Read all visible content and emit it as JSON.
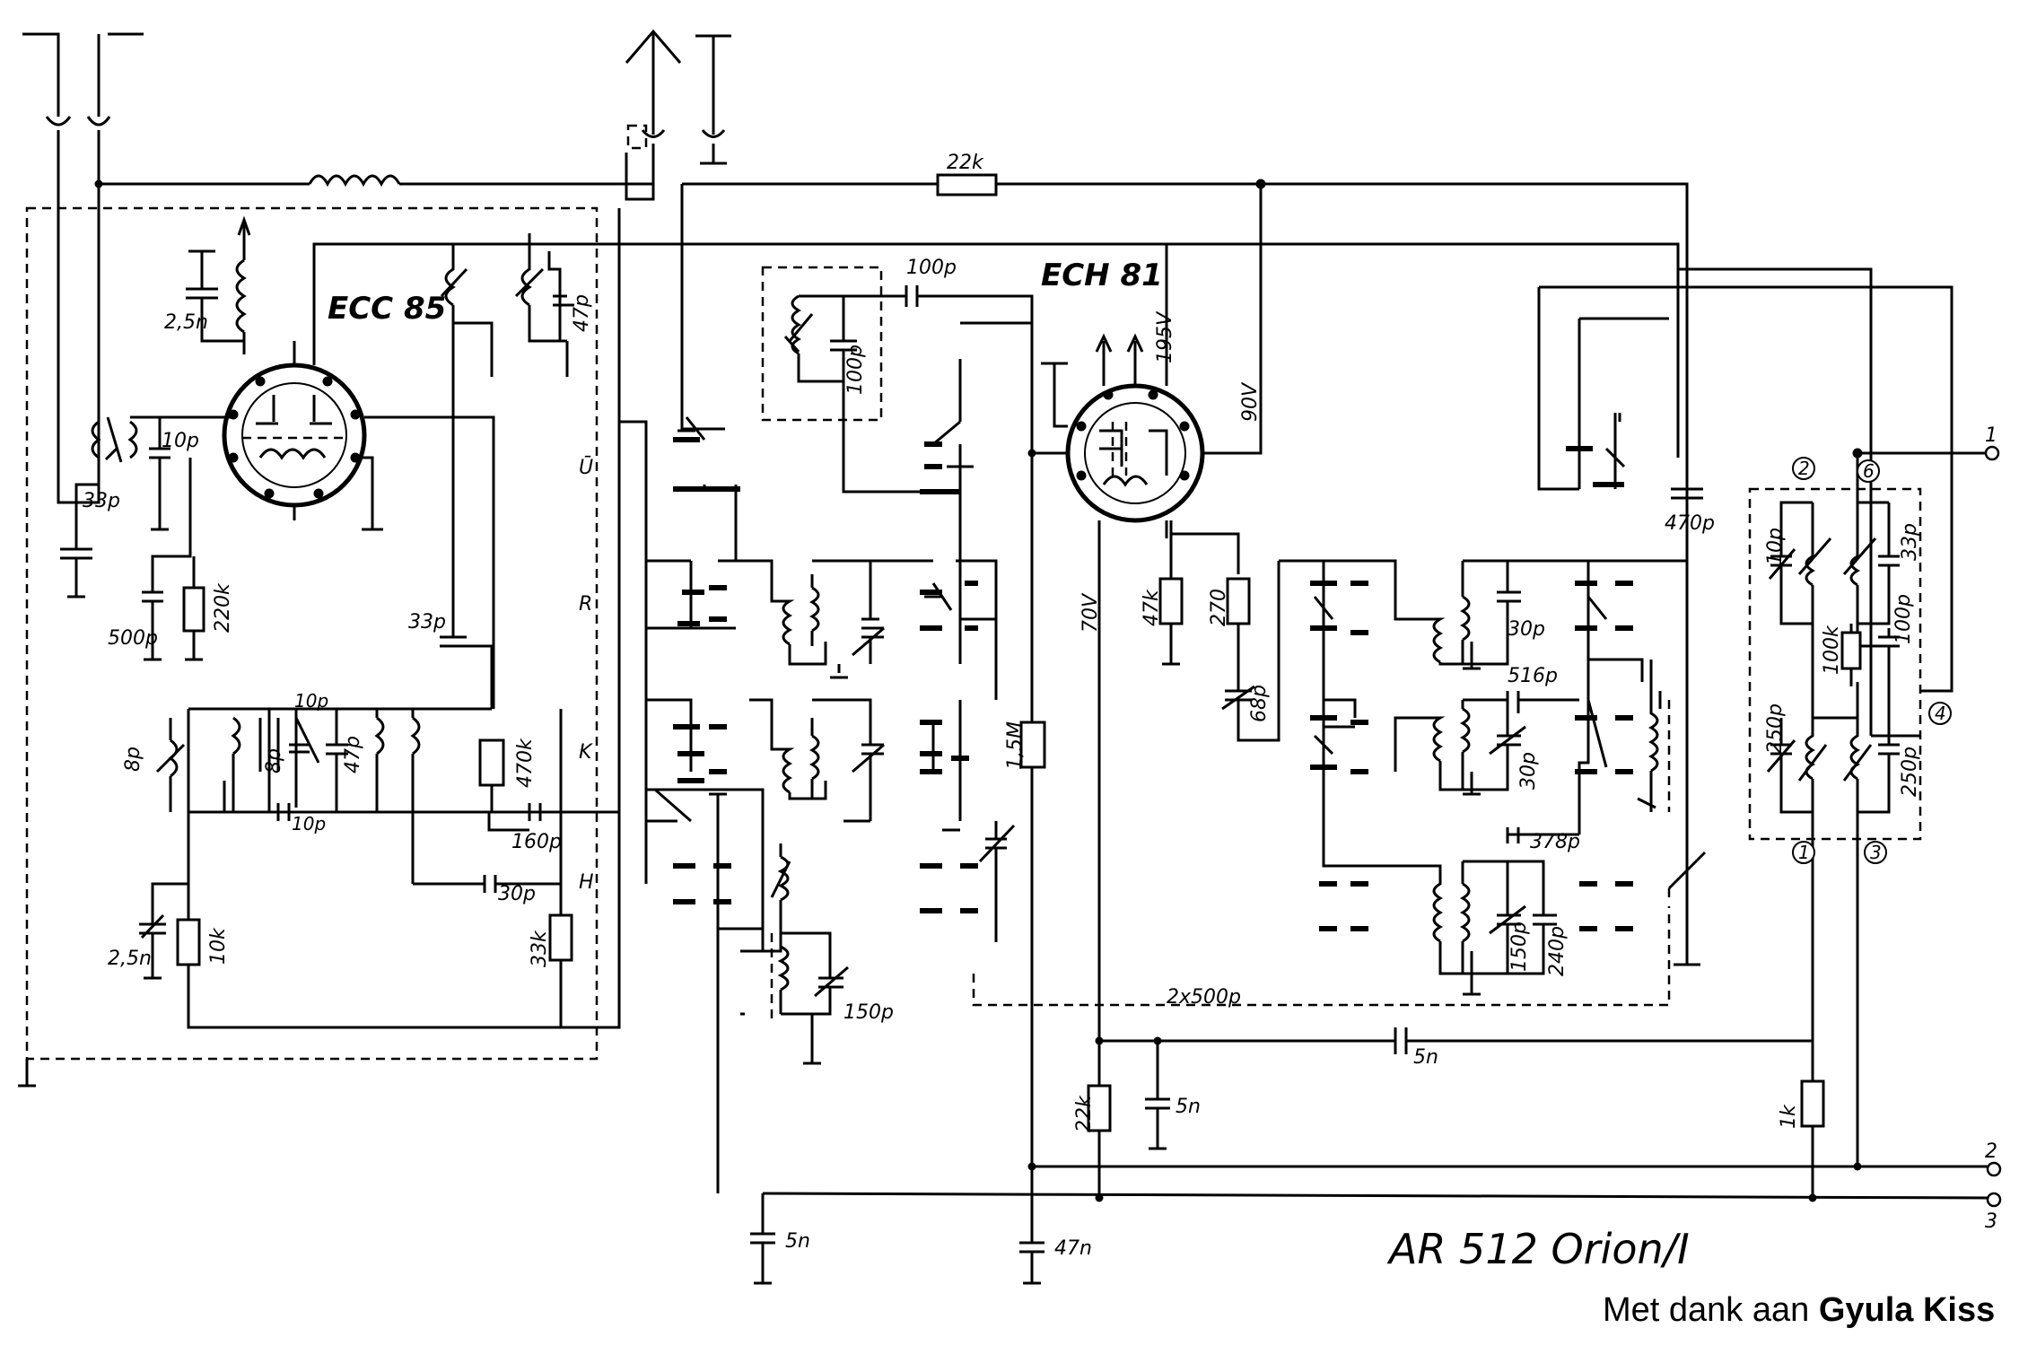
{
  "diagram": {
    "tubes": {
      "ecc85": "ECC 85",
      "ech81": "ECH 81"
    },
    "title": "AR 512 Orion/I",
    "credit": {
      "prefix": "Met dank aan ",
      "name": "Gyula Kiss"
    },
    "resistors": {
      "r22k_top": "22k",
      "r220k": "220k",
      "r470k": "470k",
      "r10k": "10k",
      "r33k": "33k",
      "r1_5m": "1,5M",
      "r47k": "47k",
      "r270": "270",
      "r100k": "100k",
      "r22k_bot": "22k",
      "r1k": "1k"
    },
    "capacitors": {
      "c2_5n_top": "2,5n",
      "c10p_in": "10p",
      "c33p_in": "33p",
      "c500p": "500p",
      "c47p_top": "47p",
      "c33p_mid": "33p",
      "c10p_a": "10p",
      "c8p_a": "8p",
      "c8p_b": "8p",
      "c47p_mid": "47p",
      "c10p_b": "10p",
      "c160p": "160p",
      "c30p_h": "30p",
      "c2_5n_bot": "2,5n",
      "c100p_box": "100p",
      "c100p_top": "100p",
      "c150p_osc": "150p",
      "c5n_l": "5n",
      "c47n": "47n",
      "c68p": "68p",
      "c30p_if1": "30p",
      "c516p": "516p",
      "c30p_if2": "30p",
      "c378p": "378p",
      "c150p_if": "150p",
      "c240p": "240p",
      "c470p": "470p",
      "c10p_r": "10p",
      "c33p_r": "33p",
      "c100p_r": "100p",
      "c250p_l": "250p",
      "c250p_r": "250p",
      "c5n_mid": "5n",
      "c5n_long": "5n",
      "c2x500p": "2x500p"
    },
    "voltages": {
      "v195": "195V",
      "v90": "90V",
      "v70": "70V"
    },
    "bands": {
      "u": "Ū",
      "r": "R",
      "k": "K",
      "h": "H"
    },
    "terminals": {
      "t1": "1",
      "t2": "2",
      "t3": "3"
    },
    "pins": {
      "p2": "2",
      "p6": "6",
      "p4": "4",
      "p1": "1",
      "p3": "3"
    }
  }
}
